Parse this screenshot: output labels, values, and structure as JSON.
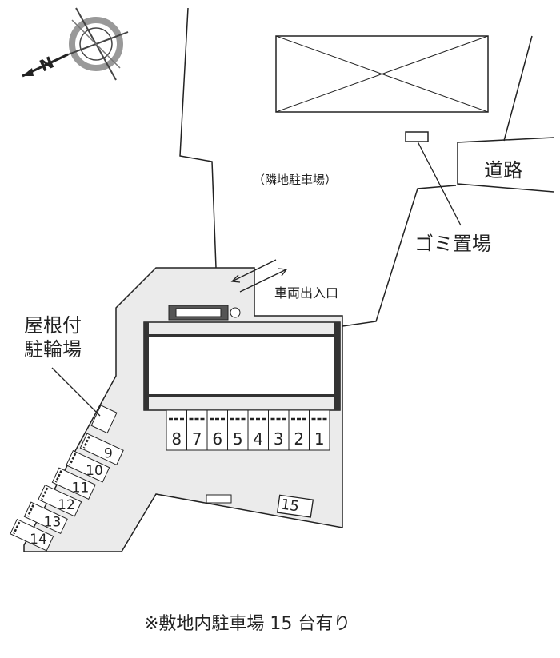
{
  "labels": {
    "neighbor_parking": "（隣地駐車場）",
    "road": "道路",
    "garbage": "ゴミ置場",
    "vehicle_entrance": "車両出入口",
    "bike_parking_line1": "屋根付",
    "bike_parking_line2": "駐輪場",
    "footnote": "※敷地内駐車場 15 台有り",
    "compass": "N"
  },
  "parking_spaces": [
    "8",
    "7",
    "6",
    "5",
    "4",
    "3",
    "2",
    "1"
  ],
  "side_spaces": [
    "9",
    "10",
    "11",
    "12",
    "13",
    "14"
  ],
  "extra_space": "15",
  "colors": {
    "lot": "#ebebeb",
    "line": "#222222"
  }
}
